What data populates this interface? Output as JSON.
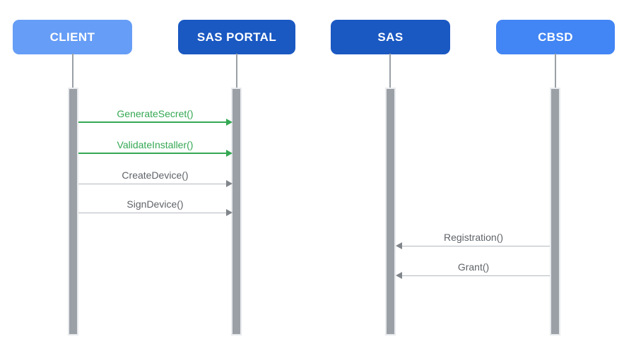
{
  "diagram": {
    "background": "#FFFFFF",
    "lifeline_color": "#9AA0A6",
    "activation_fill": "#9AA0A6",
    "activation_border": "#E8EAED"
  },
  "actors": [
    {
      "id": "client",
      "label": "CLIENT",
      "fill": "#669DF6",
      "label_color": "#FFFFFF"
    },
    {
      "id": "sas-portal",
      "label": "SAS PORTAL",
      "fill": "#1A58C2",
      "label_color": "#FFFFFF"
    },
    {
      "id": "sas",
      "label": "SAS",
      "fill": "#1A58C2",
      "label_color": "#FFFFFF"
    },
    {
      "id": "cbsd",
      "label": "CBSD",
      "fill": "#4285F4",
      "label_color": "#FFFFFF"
    }
  ],
  "messages": [
    {
      "label": "GenerateSecret()",
      "from": "CLIENT",
      "to": "SAS PORTAL",
      "direction": "right",
      "text_color": "#34A853",
      "line_color": "#34A853",
      "arrow_color": "#34A853"
    },
    {
      "label": "ValidateInstaller()",
      "from": "CLIENT",
      "to": "SAS PORTAL",
      "direction": "right",
      "text_color": "#34A853",
      "line_color": "#34A853",
      "arrow_color": "#34A853"
    },
    {
      "label": "CreateDevice()",
      "from": "CLIENT",
      "to": "SAS PORTAL",
      "direction": "right",
      "text_color": "#5F6368",
      "line_color": "#B4B9BE",
      "arrow_color": "#80868B"
    },
    {
      "label": "SignDevice()",
      "from": "CLIENT",
      "to": "SAS PORTAL",
      "direction": "right",
      "text_color": "#5F6368",
      "line_color": "#B4B9BE",
      "arrow_color": "#80868B"
    },
    {
      "label": "Registration()",
      "from": "CBSD",
      "to": "SAS",
      "direction": "left",
      "text_color": "#5F6368",
      "line_color": "#B4B9BE",
      "arrow_color": "#80868B"
    },
    {
      "label": "Grant()",
      "from": "CBSD",
      "to": "SAS",
      "direction": "left",
      "text_color": "#5F6368",
      "line_color": "#B4B9BE",
      "arrow_color": "#80868B"
    }
  ]
}
